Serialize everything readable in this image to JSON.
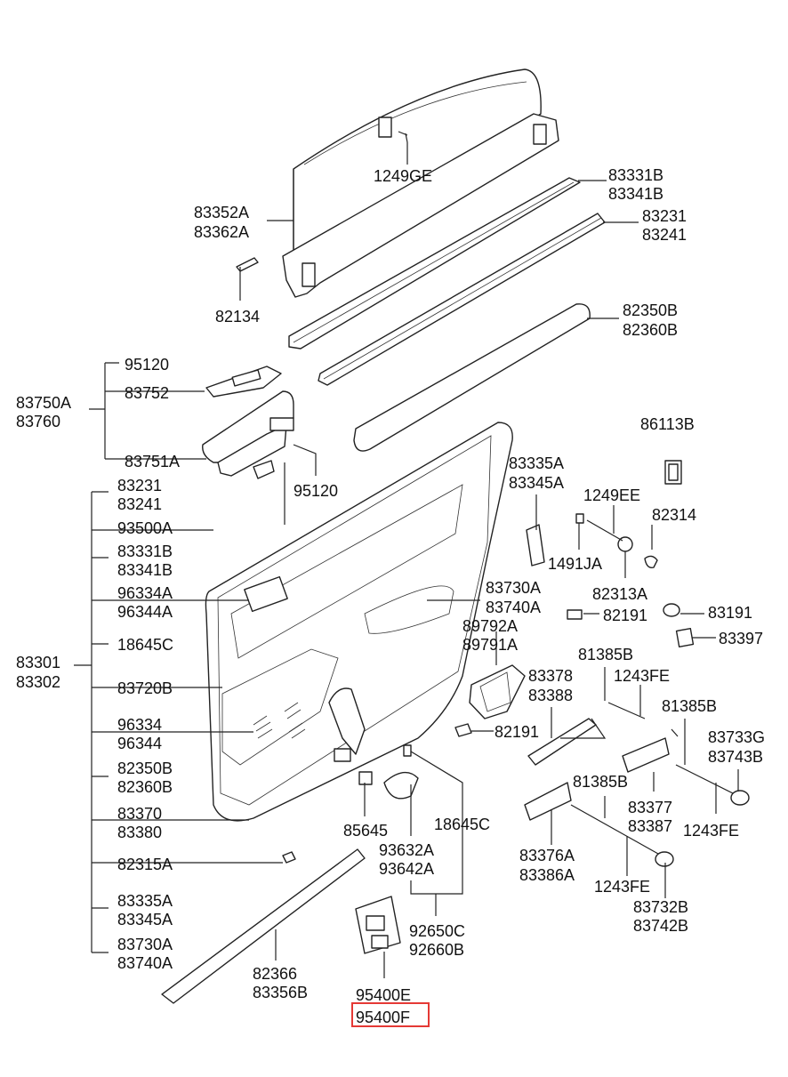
{
  "diagram": {
    "labels": [
      {
        "id": "l-1249ge",
        "text": "1249GE"
      },
      {
        "id": "l-83331b",
        "text": "83331B"
      },
      {
        "id": "l-83341b",
        "text": "83341B"
      },
      {
        "id": "l-83352a",
        "text": "83352A"
      },
      {
        "id": "l-83362a",
        "text": "83362A"
      },
      {
        "id": "l-83231",
        "text": "83231"
      },
      {
        "id": "l-83241",
        "text": "83241"
      },
      {
        "id": "l-82134",
        "text": "82134"
      },
      {
        "id": "l-82350b",
        "text": "82350B"
      },
      {
        "id": "l-82360b",
        "text": "82360B"
      },
      {
        "id": "l-95120-top",
        "text": "95120"
      },
      {
        "id": "l-83752",
        "text": "83752"
      },
      {
        "id": "l-83750a",
        "text": "83750A"
      },
      {
        "id": "l-83760",
        "text": "83760"
      },
      {
        "id": "l-83751a",
        "text": "83751A"
      },
      {
        "id": "l-95120-mid",
        "text": "95120"
      },
      {
        "id": "l-86113b",
        "text": "86113B"
      },
      {
        "id": "l-83335a-top",
        "text": "83335A"
      },
      {
        "id": "l-83345a-top",
        "text": "83345A"
      },
      {
        "id": "l-1249ee",
        "text": "1249EE"
      },
      {
        "id": "l-82314",
        "text": "82314"
      },
      {
        "id": "l-1491ja",
        "text": "1491JA"
      },
      {
        "id": "l-82313a",
        "text": "82313A"
      },
      {
        "id": "l-83231-b",
        "text": "83231"
      },
      {
        "id": "l-83241-b",
        "text": "83241"
      },
      {
        "id": "l-93500a",
        "text": "93500A"
      },
      {
        "id": "l-83331b-b",
        "text": "83331B"
      },
      {
        "id": "l-83341b-b",
        "text": "83341B"
      },
      {
        "id": "l-96334a",
        "text": "96334A"
      },
      {
        "id": "l-96344a",
        "text": "96344A"
      },
      {
        "id": "l-18645c-a",
        "text": "18645C"
      },
      {
        "id": "l-83301",
        "text": "83301"
      },
      {
        "id": "l-83302",
        "text": "83302"
      },
      {
        "id": "l-83720b",
        "text": "83720B"
      },
      {
        "id": "l-96334",
        "text": "96334"
      },
      {
        "id": "l-96344",
        "text": "96344"
      },
      {
        "id": "l-82350b-b",
        "text": "82350B"
      },
      {
        "id": "l-82360b-b",
        "text": "82360B"
      },
      {
        "id": "l-83370",
        "text": "83370"
      },
      {
        "id": "l-83380",
        "text": "83380"
      },
      {
        "id": "l-82315a",
        "text": "82315A"
      },
      {
        "id": "l-83335a-b",
        "text": "83335A"
      },
      {
        "id": "l-83345a-b",
        "text": "83345A"
      },
      {
        "id": "l-83730a-b",
        "text": "83730A"
      },
      {
        "id": "l-83740a-b",
        "text": "83740A"
      },
      {
        "id": "l-83730a",
        "text": "83730A"
      },
      {
        "id": "l-83740a",
        "text": "83740A"
      },
      {
        "id": "l-82191-a",
        "text": "82191"
      },
      {
        "id": "l-83191",
        "text": "83191"
      },
      {
        "id": "l-89792a",
        "text": "89792A"
      },
      {
        "id": "l-89791a",
        "text": "89791A"
      },
      {
        "id": "l-83397",
        "text": "83397"
      },
      {
        "id": "l-81385b-a",
        "text": "81385B"
      },
      {
        "id": "l-1243fe-a",
        "text": "1243FE"
      },
      {
        "id": "l-83378",
        "text": "83378"
      },
      {
        "id": "l-83388",
        "text": "83388"
      },
      {
        "id": "l-81385b-b",
        "text": "81385B"
      },
      {
        "id": "l-82191-b",
        "text": "82191"
      },
      {
        "id": "l-83733g",
        "text": "83733G"
      },
      {
        "id": "l-83743b",
        "text": "83743B"
      },
      {
        "id": "l-81385b-c",
        "text": "81385B"
      },
      {
        "id": "l-83377",
        "text": "83377"
      },
      {
        "id": "l-83387",
        "text": "83387"
      },
      {
        "id": "l-1243fe-b",
        "text": "1243FE"
      },
      {
        "id": "l-85645",
        "text": "85645"
      },
      {
        "id": "l-18645c-b",
        "text": "18645C"
      },
      {
        "id": "l-93632a",
        "text": "93632A"
      },
      {
        "id": "l-93642a",
        "text": "93642A"
      },
      {
        "id": "l-83376a",
        "text": "83376A"
      },
      {
        "id": "l-83386a",
        "text": "83386A"
      },
      {
        "id": "l-1243fe-c",
        "text": "1243FE"
      },
      {
        "id": "l-83732b",
        "text": "83732B"
      },
      {
        "id": "l-83742b",
        "text": "83742B"
      },
      {
        "id": "l-82366",
        "text": "82366"
      },
      {
        "id": "l-83356b",
        "text": "83356B"
      },
      {
        "id": "l-92650c",
        "text": "92650C"
      },
      {
        "id": "l-92660b",
        "text": "92660B"
      },
      {
        "id": "l-95400e",
        "text": "95400E"
      },
      {
        "id": "l-95400f",
        "text": "95400F",
        "highlighted": true
      }
    ],
    "highlight_color": "#e53935"
  }
}
